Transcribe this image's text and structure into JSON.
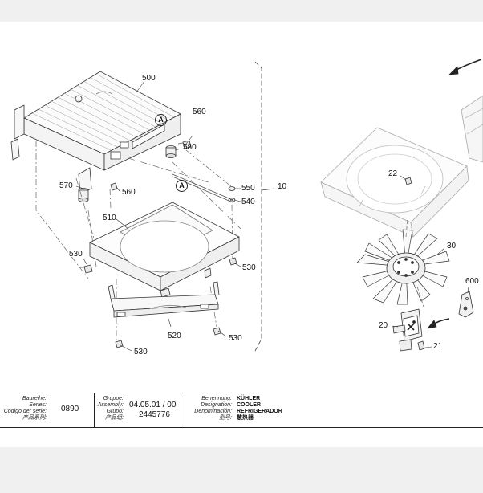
{
  "callouts": {
    "c500": "500",
    "c560a": "560",
    "c580": "580",
    "c570": "570",
    "c560b": "560",
    "c550": "550",
    "c540": "540",
    "c10": "10",
    "c510": "510",
    "c530a": "530",
    "c530b": "530",
    "c520": "520",
    "c530c": "530",
    "c530d": "530",
    "c22": "22",
    "c30": "30",
    "c600": "600",
    "c20": "20",
    "c21": "21"
  },
  "reference_marks": {
    "mark_a1": "A",
    "mark_a2": "A"
  },
  "title_block": {
    "series_labels": [
      "Baureihe:",
      "Series:",
      "Código der serie:",
      "产品系列:"
    ],
    "series_value": "0890",
    "group_labels": [
      "Gruppe:",
      "Assembly:",
      "Grupo:",
      "产品组:"
    ],
    "group_value": "04.05.01 / 00",
    "assembly_value": "2445776",
    "name_labels": [
      "Benennung:",
      "Designation:",
      "Denominación:",
      "型号:"
    ],
    "names": [
      "KÜHLER",
      "COOLER",
      "REFRIGERADOR",
      "散热器"
    ]
  }
}
